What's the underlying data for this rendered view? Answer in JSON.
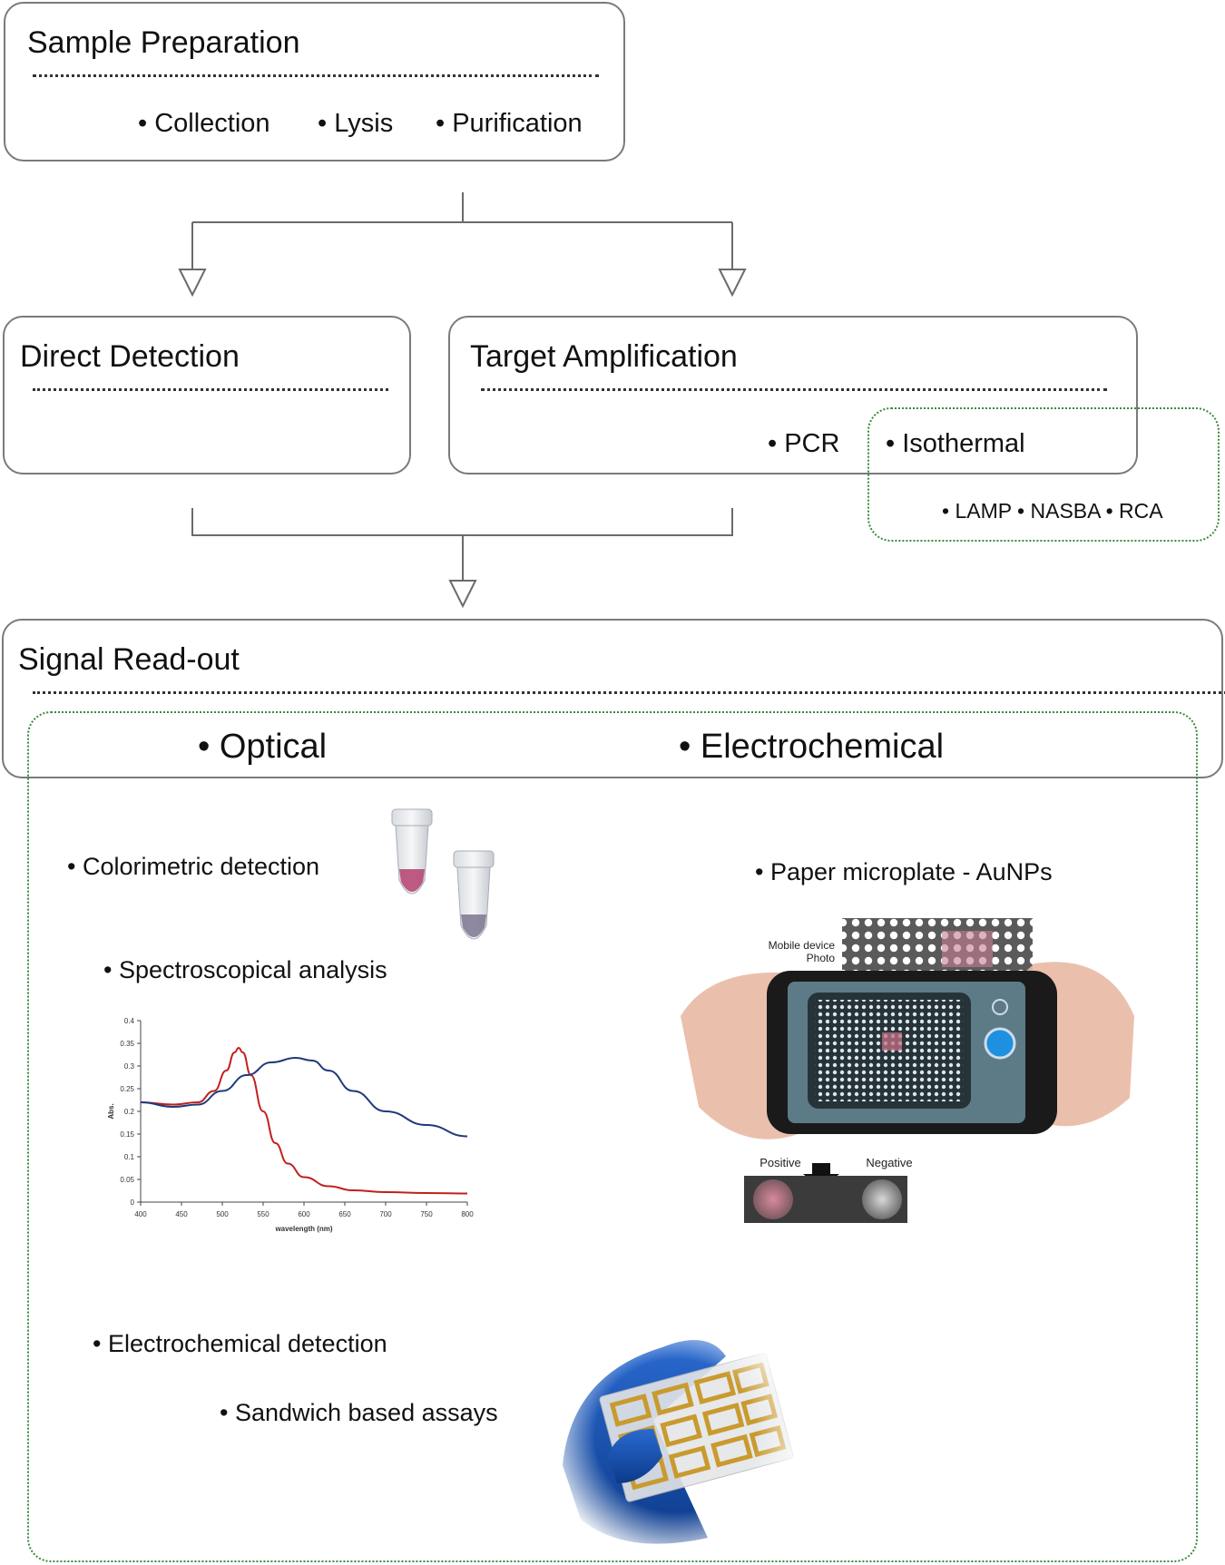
{
  "sample_prep": {
    "title": "Sample Preparation",
    "items": [
      "• Collection",
      "• Lysis",
      "• Purification"
    ]
  },
  "direct": {
    "title": "Direct Detection"
  },
  "amplification": {
    "title": "Target Amplification",
    "pcr": "• PCR",
    "isothermal": "• Isothermal",
    "iso_methods": "• LAMP • NASBA • RCA"
  },
  "readout": {
    "title": "Signal Read-out",
    "optical": "• Optical",
    "electrochemical": "• Electrochemical",
    "colorimetric": "• Colorimetric detection",
    "spectroscopical": "• Spectroscopical analysis",
    "paper": "• Paper microplate - AuNPs",
    "echem_detection": "• Electrochemical detection",
    "sandwich": "• Sandwich based assays"
  },
  "phone_photo": {
    "caption": "Mobile device\nPhoto",
    "positive": "Positive",
    "negative": "Negative"
  },
  "colors": {
    "box_border": "#7a7a7a",
    "green_dotted": "#3a8a3a",
    "red_series": "#c0201e",
    "blue_series": "#1f3a7a"
  },
  "chart_data": {
    "type": "line",
    "xlabel": "wavelength (nm)",
    "ylabel": "Abs.",
    "xlim": [
      400,
      800
    ],
    "ylim": [
      0,
      0.4
    ],
    "xticks": [
      400,
      450,
      500,
      550,
      600,
      650,
      700,
      750,
      800
    ],
    "yticks": [
      0,
      0.05,
      0.1,
      0.15,
      0.2,
      0.25,
      0.3,
      0.35,
      0.4
    ],
    "series": [
      {
        "color": "#c0201e",
        "x": [
          400,
          440,
          470,
          490,
          505,
          515,
          520,
          525,
          535,
          550,
          565,
          580,
          600,
          630,
          660,
          700,
          750,
          800
        ],
        "y": [
          0.22,
          0.215,
          0.22,
          0.245,
          0.29,
          0.33,
          0.34,
          0.33,
          0.28,
          0.2,
          0.13,
          0.085,
          0.055,
          0.035,
          0.026,
          0.022,
          0.02,
          0.019
        ]
      },
      {
        "color": "#1f3a7a",
        "x": [
          400,
          440,
          470,
          500,
          530,
          560,
          590,
          610,
          630,
          660,
          700,
          750,
          800
        ],
        "y": [
          0.22,
          0.21,
          0.215,
          0.245,
          0.28,
          0.308,
          0.318,
          0.312,
          0.29,
          0.245,
          0.2,
          0.17,
          0.145
        ]
      }
    ]
  }
}
